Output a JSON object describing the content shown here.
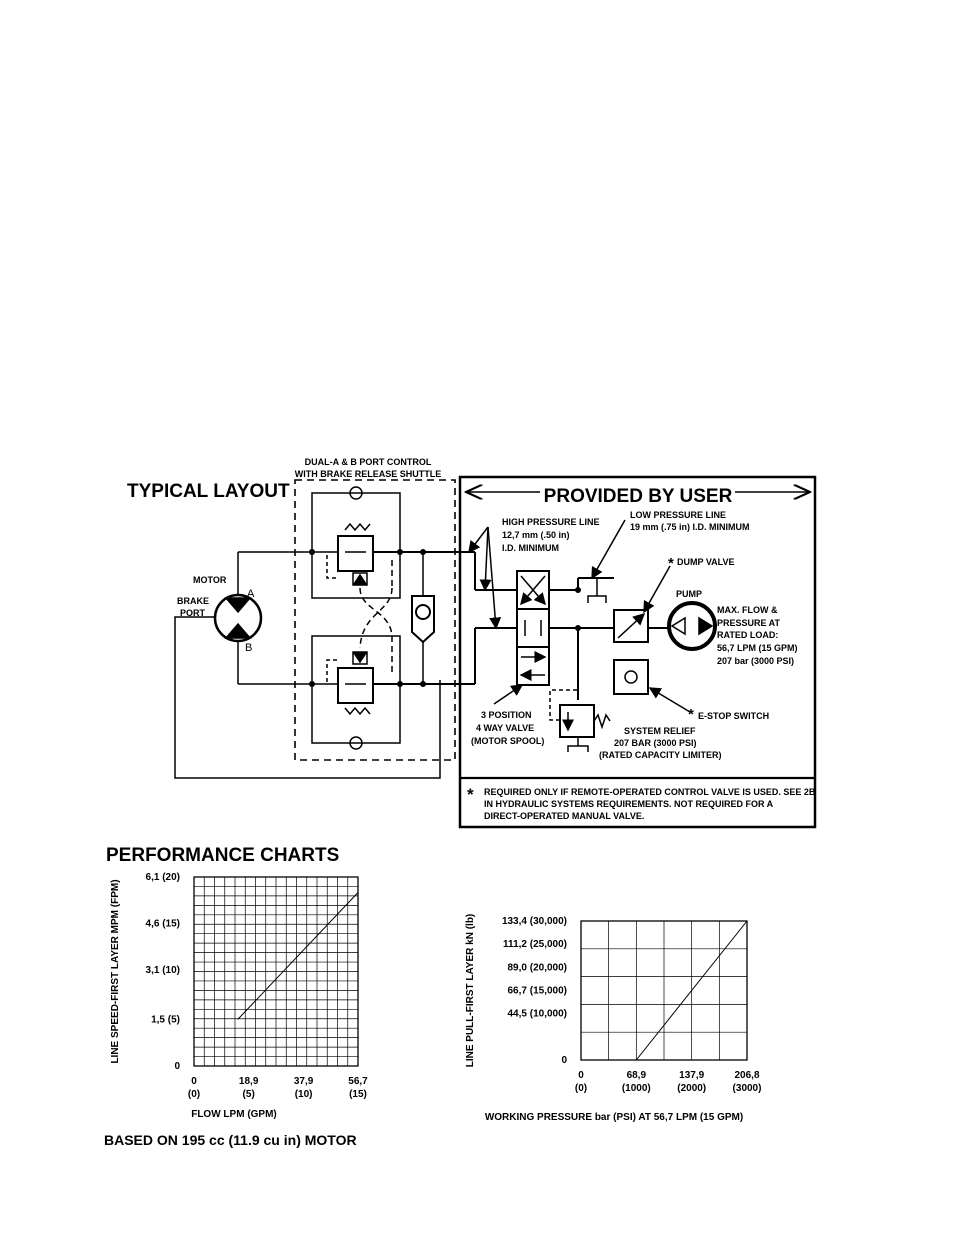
{
  "layout_section": {
    "title": "TYPICAL LAYOUT",
    "port_control_label": [
      "DUAL-A & B PORT CONTROL",
      "WITH BRAKE RELEASE SHUTTLE"
    ],
    "motor_label": "MOTOR",
    "port_a": "A",
    "port_b": "B",
    "brake_port_label": [
      "BRAKE",
      "PORT"
    ],
    "provided_by_user": "PROVIDED BY USER",
    "high_pressure_line": [
      "HIGH PRESSURE LINE",
      "12,7 mm (.50 in)",
      "I.D. MINIMUM"
    ],
    "low_pressure_line": [
      "LOW PRESSURE LINE",
      "19 mm (.75 in) I.D. MINIMUM"
    ],
    "dump_valve": "DUMP VALVE",
    "pump_label": "PUMP",
    "pump_spec": [
      "MAX. FLOW &",
      "PRESSURE AT",
      "RATED LOAD:",
      "56,7 LPM (15 GPM)",
      "207 bar (3000 PSI)"
    ],
    "estop_switch": "E-STOP SWITCH",
    "valve_label": [
      "3 POSITION",
      "4 WAY VALVE",
      "(MOTOR SPOOL)"
    ],
    "system_relief": [
      "SYSTEM RELIEF",
      "207 BAR (3000 PSI)",
      "(RATED CAPACITY LIMITER)"
    ],
    "asterisk": "*",
    "footnote": [
      "REQUIRED ONLY IF REMOTE-OPERATED CONTROL VALVE IS USED. SEE 2B",
      "IN HYDRAULIC SYSTEMS REQUIREMENTS. NOT REQUIRED FOR A",
      "DIRECT-OPERATED MANUAL VALVE."
    ]
  },
  "performance_section": {
    "title": "PERFORMANCE CHARTS",
    "motor_note": "BASED ON 195 cc (11.9 cu in) MOTOR"
  },
  "chart_data": [
    {
      "type": "line",
      "ylabel": "LINE SPEED-FIRST LAYER MPM (FPM)",
      "xlabel": "FLOW LPM (GPM)",
      "xlim": [
        0,
        56.7
      ],
      "ylim": [
        0,
        6.1
      ],
      "grid": true,
      "x_ticks": [
        {
          "value": 0,
          "label": "0",
          "sub": "(0)"
        },
        {
          "value": 18.9,
          "label": "18,9",
          "sub": "(5)"
        },
        {
          "value": 37.9,
          "label": "37,9",
          "sub": "(10)"
        },
        {
          "value": 56.7,
          "label": "56,7",
          "sub": "(15)"
        }
      ],
      "y_ticks": [
        {
          "value": 0,
          "label": "0"
        },
        {
          "value": 1.5,
          "label": "1,5 (5)"
        },
        {
          "value": 3.1,
          "label": "3,1 (10)"
        },
        {
          "value": 4.6,
          "label": "4,6 (15)"
        },
        {
          "value": 6.1,
          "label": "6,1 (20)"
        }
      ],
      "series": [
        {
          "x": [
            15.1,
            56.7
          ],
          "y": [
            1.5,
            5.6
          ]
        }
      ]
    },
    {
      "type": "line",
      "ylabel": "LINE PULL-FIRST LAYER kN (lb)",
      "xlabel": "WORKING PRESSURE bar (PSI) AT 56,7 LPM (15 GPM)",
      "xlim": [
        0,
        206.8
      ],
      "ylim": [
        0,
        133.4
      ],
      "grid": true,
      "x_ticks": [
        {
          "value": 0,
          "label": "0",
          "sub": "(0)"
        },
        {
          "value": 68.9,
          "label": "68,9",
          "sub": "(1000)"
        },
        {
          "value": 137.9,
          "label": "137,9",
          "sub": "(2000)"
        },
        {
          "value": 206.8,
          "label": "206,8",
          "sub": "(3000)"
        }
      ],
      "y_ticks": [
        {
          "value": 0,
          "label": "0"
        },
        {
          "value": 44.5,
          "label": "44,5 (10,000)"
        },
        {
          "value": 66.7,
          "label": "66,7 (15,000)"
        },
        {
          "value": 89.0,
          "label": "89,0 (20,000)"
        },
        {
          "value": 111.2,
          "label": "111,2 (25,000)"
        },
        {
          "value": 133.4,
          "label": "133,4 (30,000)"
        }
      ],
      "series": [
        {
          "x": [
            68.9,
            206.8
          ],
          "y": [
            0,
            133.4
          ]
        }
      ]
    }
  ]
}
